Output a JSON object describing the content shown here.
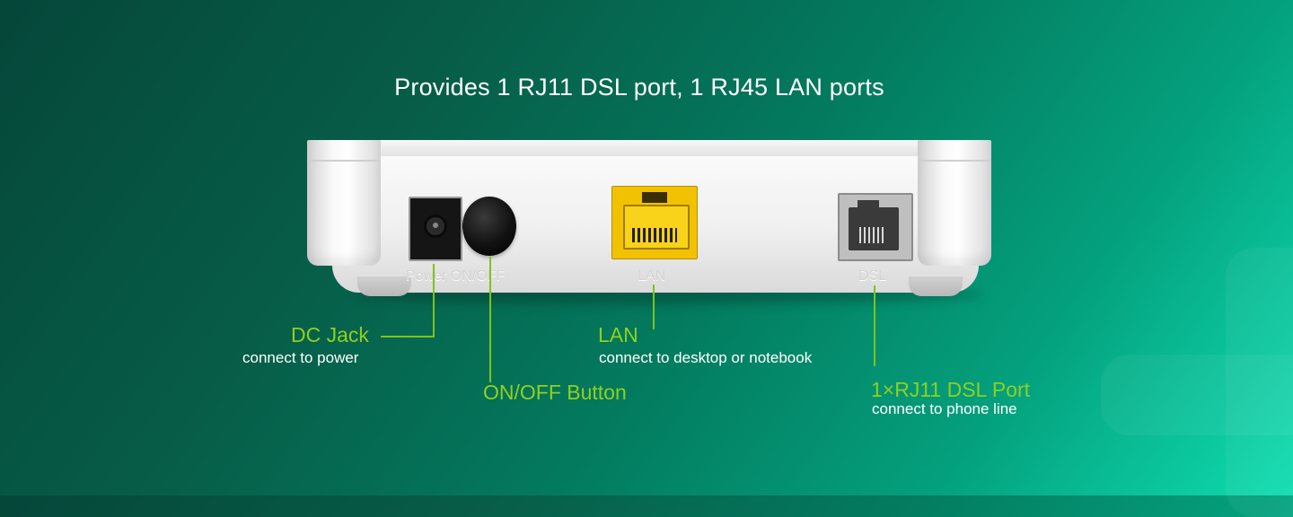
{
  "headline": "Provides 1 RJ11 DSL port, 1 RJ45 LAN ports",
  "device_labels": {
    "power_on_off": "Power ON/OFF",
    "lan": "LAN",
    "dsl": "DSL"
  },
  "callouts": {
    "dc_jack": {
      "title": "DC Jack",
      "desc": "connect to power"
    },
    "on_off": {
      "title": "ON/OFF Button"
    },
    "lan": {
      "title": "LAN",
      "desc": "connect to desktop or notebook"
    },
    "dsl": {
      "title": "1×RJ11 DSL Port",
      "desc": "connect to phone line"
    }
  },
  "colors": {
    "accent": "#8fd01f",
    "lan_port": "#f2c200",
    "background_dark": "#05473a",
    "background_light": "#0fdcb0"
  }
}
